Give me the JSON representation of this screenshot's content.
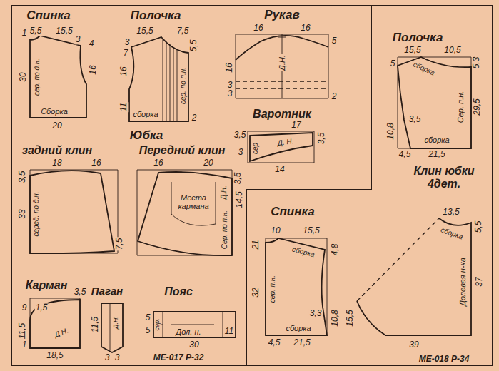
{
  "diagram": {
    "nodes": [
      {
        "text": [
          "Спинка",
          "сер. по д.н.",
          "Сборка"
        ]
      },
      {
        "text": [
          "Полочка",
          "сер. по п.н.",
          "сборка"
        ]
      },
      {
        "text": [
          "Рукав",
          "Д.Н."
        ]
      },
      {
        "text": [
          "Варотник",
          "сер",
          "Д. Н."
        ]
      },
      {
        "text": [
          "задний клин",
          "серед. по д.н."
        ]
      },
      {
        "text": [
          "Передний клин",
          "Места кармана",
          "Д.Н.",
          "Сер. по п.н."
        ]
      },
      {
        "text": [
          "Карман",
          "Д.Н."
        ]
      },
      {
        "text": [
          "Паган",
          "Д.Н."
        ]
      },
      {
        "text": [
          "Пояс",
          "сер.",
          "Дол. н."
        ]
      },
      {
        "text": [
          "Полочка",
          "сборка",
          "Сер. п.н.",
          "сборка"
        ]
      },
      {
        "text": [
          "Спинка",
          "сборка",
          "сер. п.н.",
          "сборка"
        ]
      },
      {
        "text": [
          "сборка",
          "Долевая н-ка"
        ]
      }
    ],
    "labels": [
      "1",
      "5,5",
      "15,5",
      "3",
      "4",
      "30",
      "16",
      "20",
      "15,5",
      "7,5",
      "5,5",
      "3",
      "7",
      "16",
      "11",
      "2",
      "16",
      "16",
      "5",
      "16",
      "3",
      "3",
      "2",
      "Юбка",
      "17",
      "3,5",
      "3",
      "3,5",
      "14",
      "18",
      "16",
      "3,5",
      "33",
      "7,5",
      "16",
      "20",
      "3,5",
      "14,5",
      "3,5",
      "9",
      "1,5",
      "11,5",
      "1",
      "18,5",
      "11,5",
      "3",
      "3",
      "5",
      "5",
      "11",
      "30",
      "МЕ-017 Р-32",
      "15,5",
      "10,5",
      "5",
      "5,3",
      "29,5",
      "10,8",
      "3,5",
      "4,5",
      "21,5",
      "Клин юбки 4дет.",
      "10",
      "15,5",
      "21",
      "4,8",
      "32",
      "3,3",
      "10,8",
      "4,5",
      "21,5",
      "13,5",
      "5,5",
      "37",
      "15,5",
      "39",
      "МЕ-018 Р-34"
    ]
  }
}
